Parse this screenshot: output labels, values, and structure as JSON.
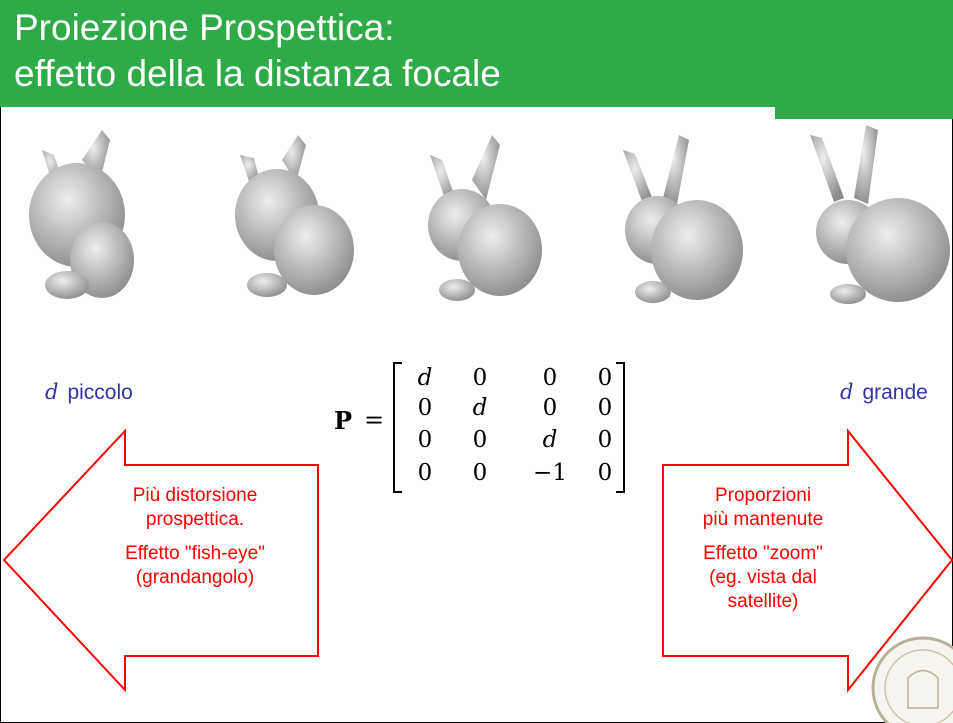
{
  "slide": {
    "title_line1": "Proiezione Prospettica:",
    "title_line2": "effetto della la distanza focale",
    "left_label": {
      "var": "d",
      "text": "piccolo"
    },
    "right_label": {
      "var": "d",
      "text": "grande"
    },
    "matrix": {
      "lhs": "P",
      "rows": [
        [
          "d",
          "0",
          "0",
          "0"
        ],
        [
          "0",
          "d",
          "0",
          "0"
        ],
        [
          "0",
          "0",
          "d",
          "0"
        ],
        [
          "0",
          "0",
          "−1",
          "0"
        ]
      ]
    },
    "left_arrow": {
      "line1": "Più distorsione",
      "line2": "prospettica.",
      "line3": "Effetto \"fish-eye\"",
      "line4": "(grandangolo)"
    },
    "right_arrow": {
      "line1": "Proporzioni",
      "line2": "più mantenute",
      "line3": "Effetto \"zoom\"",
      "line4": "(eg. vista dal",
      "line5": "satellite)"
    },
    "colors": {
      "title_bg": "#2eab47",
      "title_text": "#ffffff",
      "label_blue": "#3333aa",
      "arrow_red": "#ff0000"
    },
    "icons": [
      "bunny-image",
      "university-seal"
    ]
  }
}
